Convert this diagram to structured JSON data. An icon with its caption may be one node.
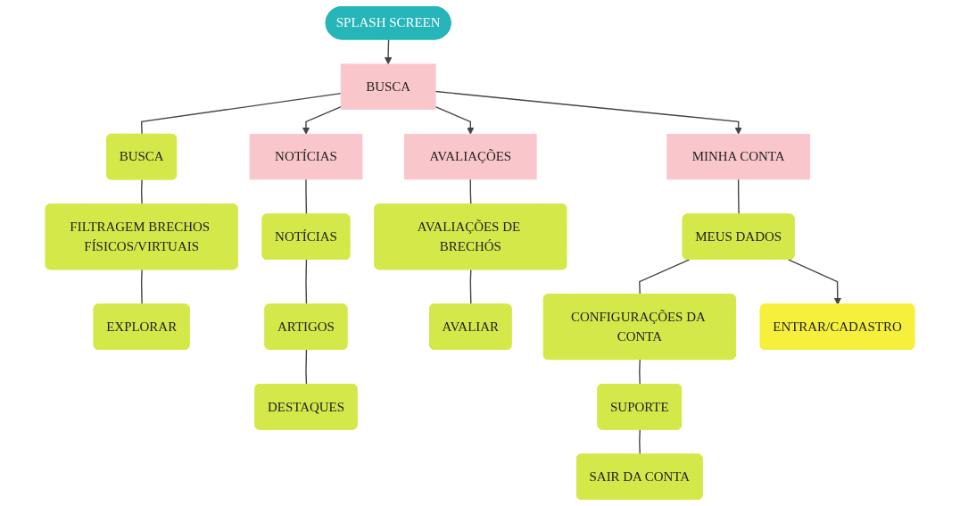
{
  "diagram": {
    "nodes": [
      {
        "text": [
          "SPLASH SCREEN"
        ]
      },
      {
        "text": [
          "BUSCA"
        ]
      },
      {
        "text": [
          "NOTÍCIAS"
        ]
      },
      {
        "text": [
          "AVALIAÇÕES"
        ]
      },
      {
        "text": [
          "MINHA CONTA"
        ]
      },
      {
        "text": [
          "BUSCA"
        ]
      },
      {
        "text": [
          "FILTRAGEM BRECHOS FÍSICOS/VIRTUAIS"
        ]
      },
      {
        "text": [
          "EXPLORAR"
        ]
      },
      {
        "text": [
          "NOTÍCIAS"
        ]
      },
      {
        "text": [
          "ARTIGOS"
        ]
      },
      {
        "text": [
          "DESTAQUES"
        ]
      },
      {
        "text": [
          "AVALIAÇÕES DE BRECHÓS"
        ]
      },
      {
        "text": [
          "AVALIAR"
        ]
      },
      {
        "text": [
          "MEUS DADOS"
        ]
      },
      {
        "text": [
          "CONFIGURAÇÕES DA CONTA"
        ]
      },
      {
        "text": [
          "SUPORTE"
        ]
      },
      {
        "text": [
          "SAIR DA CONTA"
        ]
      },
      {
        "text": [
          "ENTRAR/CADASTRO"
        ]
      }
    ],
    "edges": [
      {
        "from": 0,
        "to": 1,
        "arrow": "to"
      },
      {
        "from": 1,
        "to": 2,
        "arrow": "to"
      },
      {
        "from": 1,
        "to": 3,
        "arrow": "to"
      },
      {
        "from": 1,
        "to": 4,
        "arrow": "to"
      },
      {
        "from": 1,
        "to": 5,
        "arrow": "none"
      },
      {
        "from": 5,
        "to": 6,
        "arrow": "none"
      },
      {
        "from": 6,
        "to": 7,
        "arrow": "none"
      },
      {
        "from": 2,
        "to": 8,
        "arrow": "none"
      },
      {
        "from": 8,
        "to": 9,
        "arrow": "none"
      },
      {
        "from": 9,
        "to": 10,
        "arrow": "none"
      },
      {
        "from": 3,
        "to": 11,
        "arrow": "none"
      },
      {
        "from": 11,
        "to": 12,
        "arrow": "none"
      },
      {
        "from": 4,
        "to": 13,
        "arrow": "none"
      },
      {
        "from": 13,
        "to": 14,
        "arrow": "none"
      },
      {
        "from": 14,
        "to": 15,
        "arrow": "none"
      },
      {
        "from": 15,
        "to": 16,
        "arrow": "none"
      },
      {
        "from": 13,
        "to": 17,
        "arrow": "to"
      }
    ]
  }
}
